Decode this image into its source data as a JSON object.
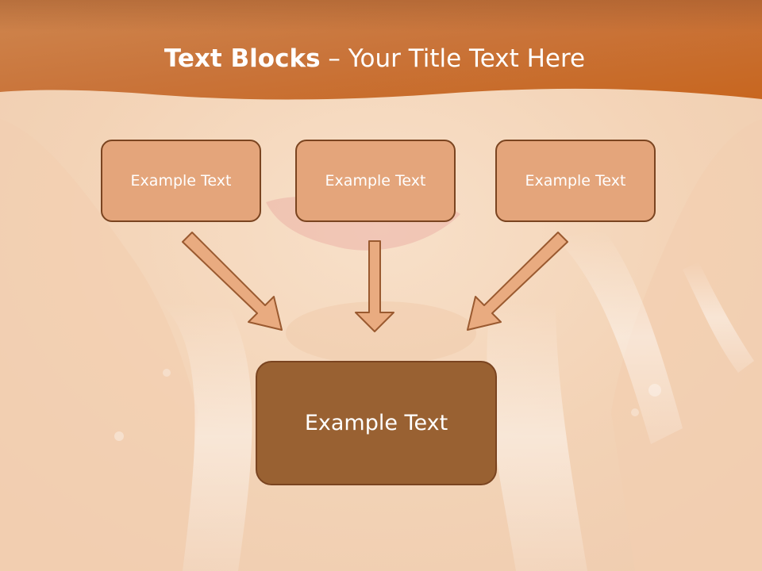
{
  "slide": {
    "title_bold": "Text Blocks",
    "title_sep": " – ",
    "title_rest": "Your Title Text Here"
  },
  "blocks": {
    "top": [
      "Example Text",
      "Example Text",
      "Example Text"
    ],
    "bottom": "Example Text"
  },
  "colors": {
    "header": "#c9743a",
    "box_fill": "#e4a57b",
    "box_border": "#7a4420",
    "bottom_fill": "#996132",
    "arrow_fill": "#e9ab80",
    "arrow_border": "#9a5a30"
  },
  "icons": {
    "arrow": "arrow-down"
  }
}
